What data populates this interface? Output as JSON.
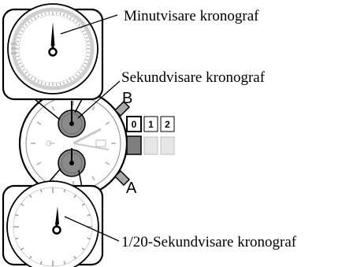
{
  "labels": {
    "minute_hand": "Minutvisare kronograf",
    "second_hand": "Sekundvisare kronograf",
    "twentieth_hand": "1/20-Sekundvisare kronograf"
  },
  "buttons": {
    "b": "B",
    "a": "A"
  },
  "crown_positions": [
    "0",
    "1",
    "2"
  ],
  "colors": {
    "subdial_fill": "#8a8a8a",
    "button_fill": "#a8a8a8",
    "crown_fill": "#7f7f7f",
    "ring_gray": "#cfcfcf"
  }
}
